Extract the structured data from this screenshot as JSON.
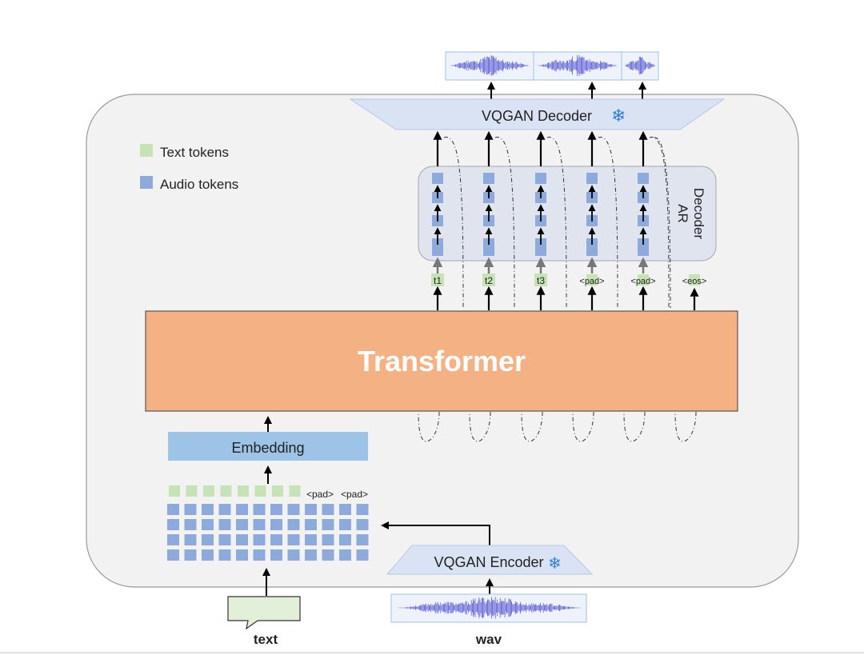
{
  "legend": {
    "text_tokens": "Text tokens",
    "audio_tokens": "Audio tokens"
  },
  "modules": {
    "vqgan_decoder": "VQGAN Decoder",
    "ar_decoder_line1": "AR",
    "ar_decoder_line2": "Decoder",
    "transformer": "Transformer",
    "embedding": "Embedding",
    "vqgan_encoder": "VQGAN Encoder"
  },
  "output_tokens": [
    "t1",
    "t2",
    "t3",
    "<pad>",
    "<pad>",
    "<eos>"
  ],
  "input_pad_tokens": [
    "<pad>",
    "<pad>"
  ],
  "inputs": {
    "text": "text",
    "wav": "wav"
  },
  "colors": {
    "frame_bg": "#f2f2f2",
    "text_token": "#c6e3b6",
    "audio_token": "#8ea9db",
    "transformer": "#f4b183",
    "embedding": "#9dc3e6",
    "vqgan": "#dae3f3",
    "ar_panel": "#dfe4ee",
    "waveform": "#5b5bd6",
    "snowflake": "#2f7fd6"
  },
  "icons": {
    "frozen": "snowflake-icon"
  }
}
